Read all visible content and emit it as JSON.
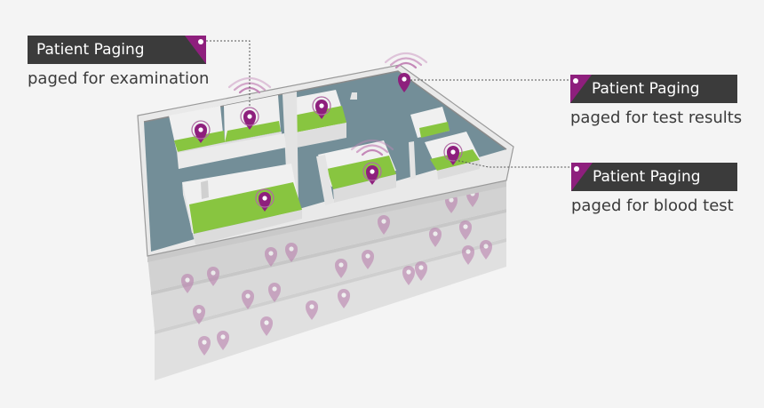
{
  "callouts": [
    {
      "title": "Patient Paging",
      "subtitle": "paged for examination"
    },
    {
      "title": "Patient Paging",
      "subtitle": "paged for test results"
    },
    {
      "title": "Patient Paging",
      "subtitle": "paged for blood test"
    }
  ],
  "colors": {
    "background": "#f4f4f4",
    "tag": "#3b3b3b",
    "accent": "#8e1f7d",
    "room": "#88c540",
    "corridor": "#738e98",
    "wall": "#e7e7e7",
    "layer": "#d6d6d6"
  },
  "icons": [
    "location-pin-icon",
    "signal-waves-icon"
  ],
  "lower_floor_count": 3
}
